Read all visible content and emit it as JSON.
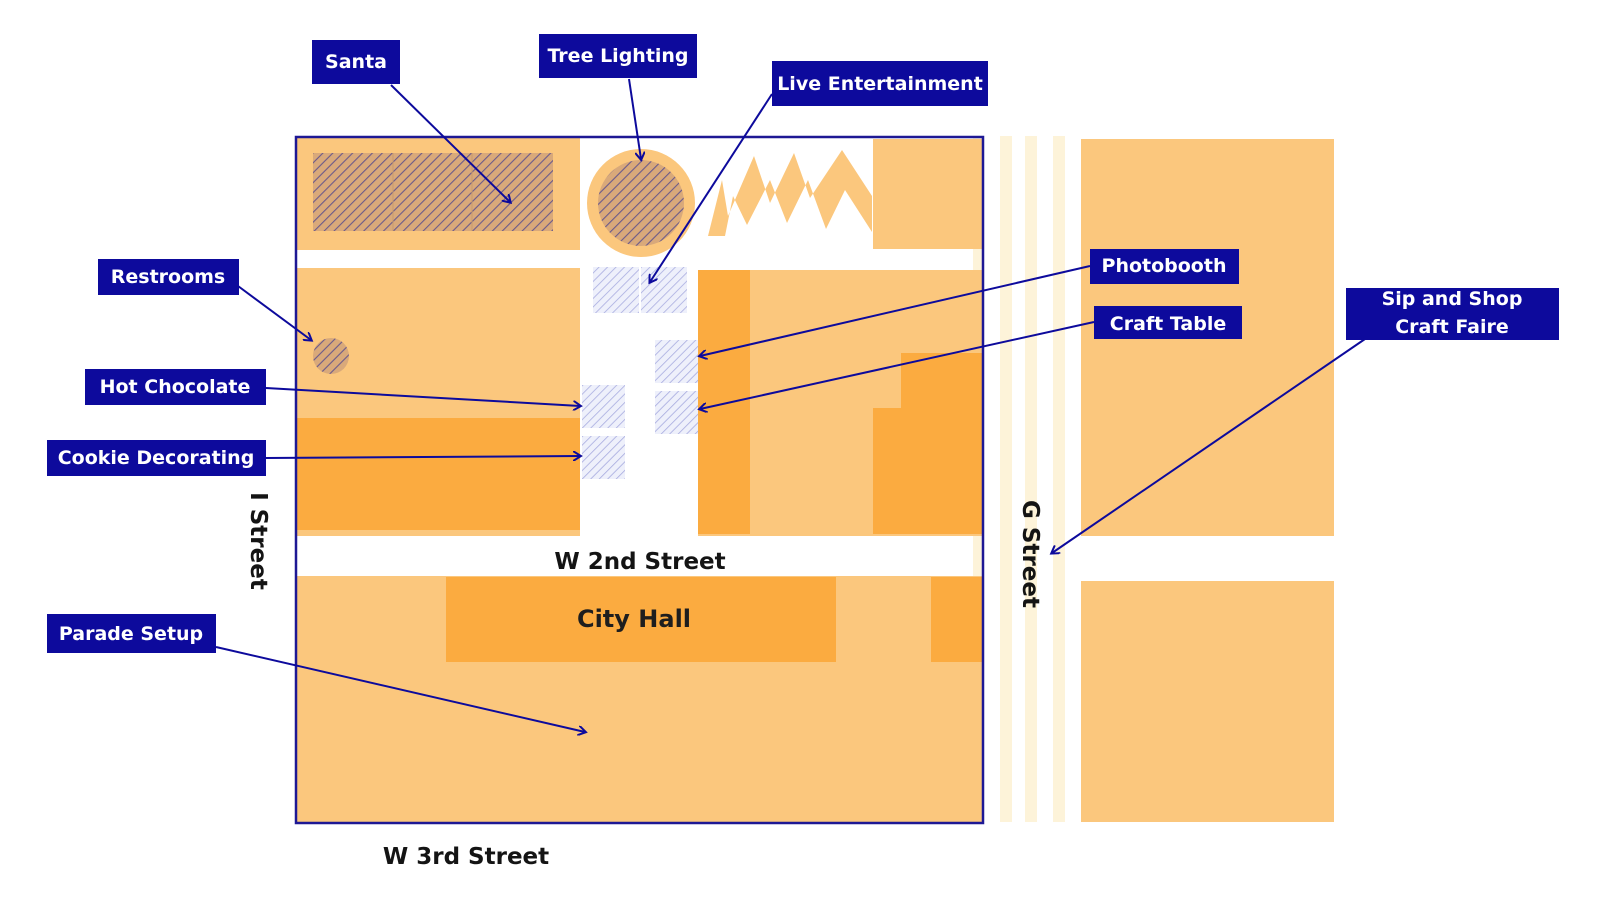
{
  "map": {
    "streets": {
      "w2nd": "W 2nd Street",
      "w3rd": "W 3rd Street",
      "i_street": "I Street",
      "g_street": "G Street"
    },
    "buildings": {
      "city_hall": "City Hall"
    },
    "callouts": {
      "santa": "Santa",
      "tree_lighting": "Tree Lighting",
      "live_entertainment": "Live Entertainment",
      "restrooms": "Restrooms",
      "photobooth": "Photobooth",
      "craft_table": "Craft Table",
      "sip_shop_line1": "Sip and Shop",
      "sip_shop_line2": "Craft Faire",
      "hot_chocolate": "Hot Chocolate",
      "cookie_decorating": "Cookie Decorating",
      "parade_setup": "Parade Setup"
    }
  },
  "colors": {
    "light_block": "#fbc77d",
    "dark_block": "#fbab40",
    "callout_bg": "#0d0a9c",
    "outline": "#1e1894",
    "booth_hatch": "#a8ace0",
    "stripe": "#fdf3d9"
  }
}
